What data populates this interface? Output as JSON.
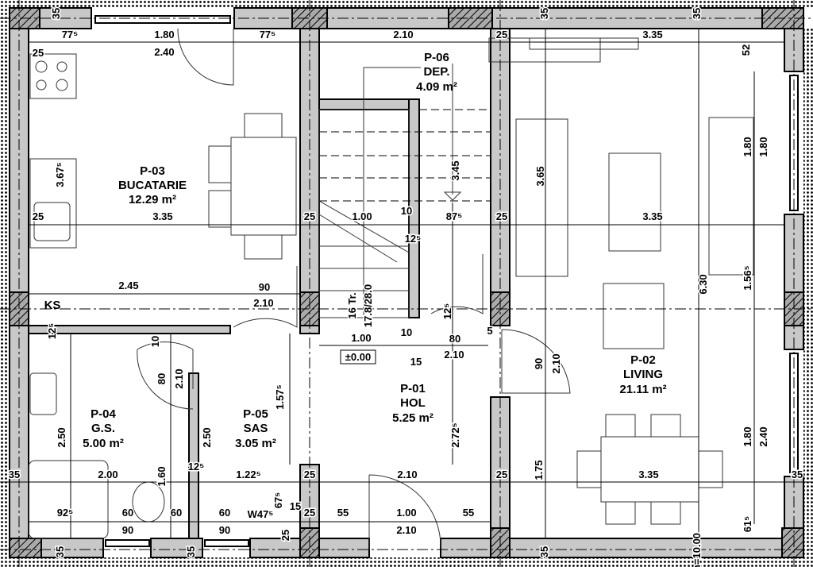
{
  "rooms": [
    {
      "code": "P-03",
      "name": "BUCATARIE",
      "area": "12.29 m²"
    },
    {
      "code": "P-06",
      "name": "DEP.",
      "area": "4.09 m²"
    },
    {
      "code": "P-02",
      "name": "LIVING",
      "area": "21.11 m²"
    },
    {
      "code": "P-04",
      "name": "G.S.",
      "area": "5.00 m²"
    },
    {
      "code": "P-05",
      "name": "SAS",
      "area": "3.05 m²"
    },
    {
      "code": "P-01",
      "name": "HOL",
      "area": "5.25 m²"
    }
  ],
  "labels": {
    "ks": "KS",
    "level": "±0.00",
    "stairs_count": "16 Tr.",
    "stairs_ratio": "17.8/28.0"
  },
  "dimensions": [
    "35",
    "77⁵",
    "1.80",
    "77⁵",
    "2.40",
    "25",
    "2.10",
    "25",
    "3.35",
    "35",
    "35",
    "52",
    "25",
    "3.67⁵",
    "3.35",
    "25",
    "1.00",
    "10",
    "87⁵",
    "25",
    "3.35",
    "3.45",
    "3.65",
    "1.80",
    "1.80",
    "12⁵",
    "2.45",
    "90",
    "2.10",
    "12⁵",
    "10",
    "1.00",
    "80",
    "2.10",
    "10",
    "15",
    "5",
    "12⁵",
    "80",
    "2.10",
    "90",
    "2.10",
    "1.57⁵",
    "2.72⁵",
    "6.30",
    "1.56⁵",
    "2.50",
    "2.50",
    "35",
    "2.00",
    "1.60",
    "12⁵",
    "1.22⁵",
    "25",
    "2.10",
    "25",
    "3.35",
    "35",
    "1.75",
    "1.80",
    "2.40",
    "67⁵",
    "15",
    "92⁵",
    "60",
    "60",
    "60",
    "W47⁵",
    "25",
    "55",
    "1.00",
    "55",
    "90",
    "90",
    "2.10",
    "25",
    "61⁵",
    "35",
    "35",
    "35",
    "h=10.00"
  ]
}
